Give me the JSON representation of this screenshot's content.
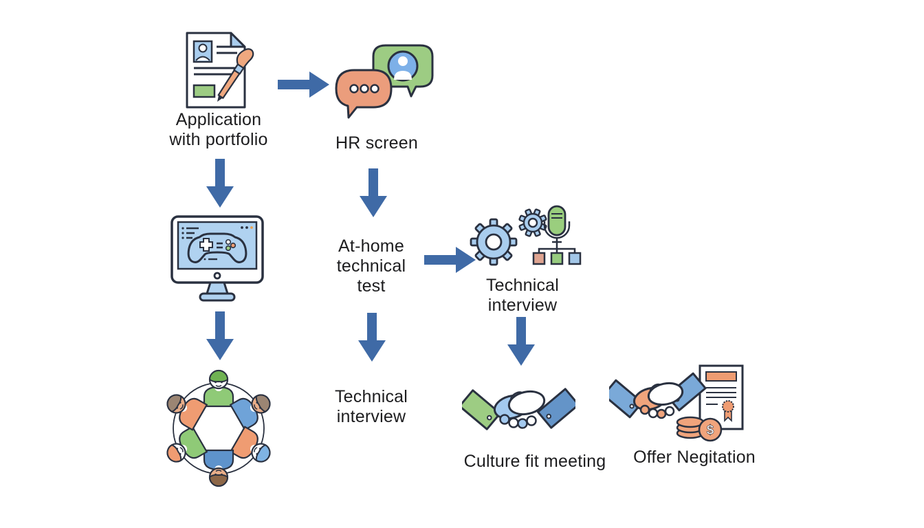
{
  "diagram": {
    "palette": {
      "arrow_blue": "#3f6aa6",
      "outline": "#2a3140",
      "light_blue": "#a9cdee",
      "mid_blue": "#6fa3d8",
      "orange": "#ee9d79",
      "green": "#9dcc83",
      "text": "#1d1d1f",
      "background": "#ffffff"
    },
    "steps": {
      "application": {
        "label": "Application\nwith portfolio",
        "icon": "resume-portfolio-icon"
      },
      "hr_screen": {
        "label": "HR screen",
        "icon": "chat-bubbles-icon"
      },
      "home_test": {
        "label": "At-home\ntechnical\ntest",
        "icon": "game-test-monitor-icon"
      },
      "technical_interview": {
        "label": "Technical\ninterview",
        "icon": "gears-microphone-orgchart-icon"
      },
      "technical_interview_repeat": {
        "label": "Technical\ninterview"
      },
      "panel_roundtable": {
        "icon": "team-roundtable-icon"
      },
      "culture_fit": {
        "label": "Culture fit meeting",
        "icon": "handshake-icon"
      },
      "offer": {
        "label": "Offer Negitation",
        "icon": "handshake-contract-coins-icon"
      }
    }
  }
}
